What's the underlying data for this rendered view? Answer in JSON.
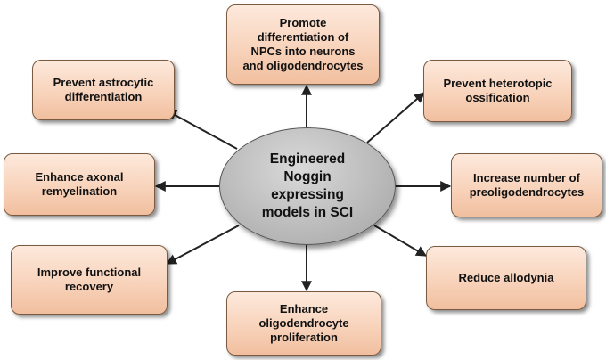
{
  "center": {
    "label": "Engineered\nNoggin\nexpressing\nmodels in SCI"
  },
  "outcomes": {
    "top": "Promote\ndifferentiation of\nNPCs into neurons\nand oligodendrocytes",
    "top_left": "Prevent astrocytic\ndifferentiation",
    "top_right": "Prevent heterotopic\nossification",
    "left": "Enhance axonal\nremyelination",
    "right": "Increase number of\npreoligodendrocytes",
    "bottom_left": "Improve functional\nrecovery",
    "bottom": "Enhance\noligodendrocyte\nproliferation",
    "bottom_right": "Reduce allodynia"
  },
  "colors": {
    "box_fill": "#f8d3bb",
    "box_border": "#7a5a40",
    "center_fill": "#bcbcbc",
    "arrow": "#222222"
  }
}
